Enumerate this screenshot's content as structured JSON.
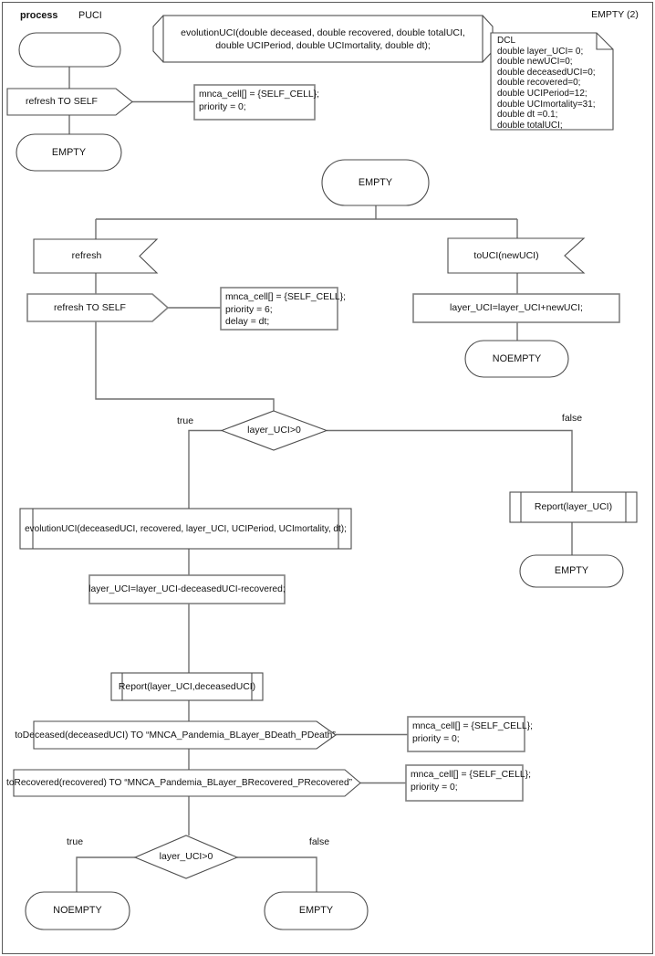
{
  "diagram": {
    "header": {
      "kind_label": "process",
      "process_name": "PUCI",
      "instance_label": "EMPTY (2)"
    },
    "signature": "evolutionUCI(double deceased, double recovered, double totalUCI, double UCIPeriod, double UCImortality, double dt);",
    "dcl": {
      "lines": [
        "DCL",
        "double layer_UCI= 0;",
        "double newUCI=0;",
        "double deceasedUCI=0;",
        "double recovered=0;",
        "double UCIPeriod=12;",
        "double UCImortality=31;",
        "double dt =0.1;",
        "double totalUCI;"
      ]
    },
    "states": {
      "empty_top": "EMPTY",
      "empty_main": "EMPTY",
      "noempty_right": "NOEMPTY",
      "empty_false": "EMPTY",
      "noempty_bottom": "NOEMPTY",
      "empty_bottom": "EMPTY"
    },
    "inputs": {
      "refresh": "refresh",
      "touci": "toUCI(newUCI)"
    },
    "outputs": {
      "refresh_self_top": "refresh TO SELF",
      "refresh_self_mid": "refresh TO SELF",
      "to_deceased": "toDeceased(deceasedUCI) TO “MNCA_Pandemia_BLayer_BDeath_PDeath”",
      "to_recovered": "toRecovered(recovered) TO “MNCA_Pandemia_BLayer_BRecovered_PRecovered”"
    },
    "tasks": {
      "add_newuci": "layer_UCI=layer_UCI+newUCI;",
      "subtract": "layer_UCI=layer_UCI-deceasedUCI-recovered;"
    },
    "calls": {
      "report_layer": "Report(layer_UCI)",
      "evolution": "evolutionUCI(deceasedUCI, recovered, layer_UCI, UCIPeriod, UCImortality, dt);",
      "report_layer_deceased": "Report(layer_UCI,deceasedUCI)"
    },
    "decisions": {
      "d1": {
        "cond": "layer_UCI>0",
        "true_label": "true",
        "false_label": "false"
      },
      "d2": {
        "cond": "layer_UCI>0",
        "true_label": "true",
        "false_label": "false"
      }
    },
    "notes": {
      "n1": {
        "lines": [
          "mnca_cell[] = {SELF_CELL};",
          "priority = 0;"
        ]
      },
      "n2": {
        "lines": [
          "mnca_cell[] = {SELF_CELL};",
          "priority = 6;",
          "delay = dt;"
        ]
      },
      "n3": {
        "lines": [
          "mnca_cell[] = {SELF_CELL};",
          "priority = 0;"
        ]
      },
      "n4": {
        "lines": [
          "mnca_cell[] = {SELF_CELL};",
          "priority = 0;"
        ]
      }
    },
    "colors": {
      "shape_border": "#4d4d4d",
      "connector": "#6f6f6f",
      "background": "#ffffff",
      "text": "#111111"
    }
  }
}
